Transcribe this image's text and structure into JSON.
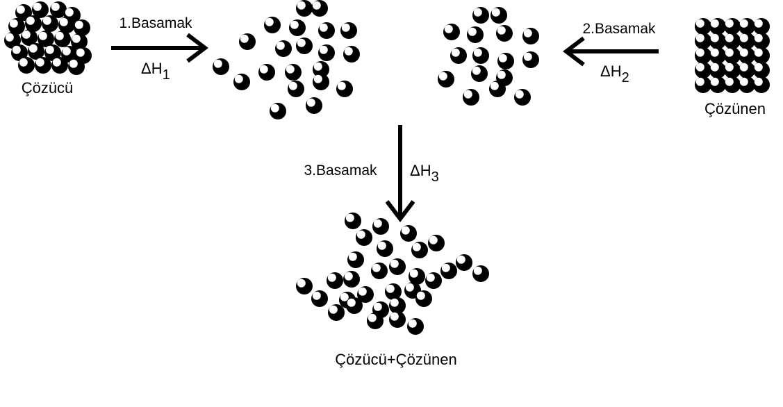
{
  "labels": {
    "solvent": "Çözücü",
    "solute": "Çözünen",
    "solution": "Çözücü+Çözünen"
  },
  "steps": [
    {
      "label": "1.Basamak",
      "symbol": "ΔH",
      "subscript": "1"
    },
    {
      "label": "2.Basamak",
      "symbol": "ΔH",
      "subscript": "2"
    },
    {
      "label": "3.Basamak",
      "symbol": "ΔH",
      "subscript": "3"
    }
  ],
  "colors": {
    "particle": "#000000",
    "highlight": "#ffffff",
    "arrow": "#000000",
    "text": "#000000",
    "background": "#ffffff"
  }
}
